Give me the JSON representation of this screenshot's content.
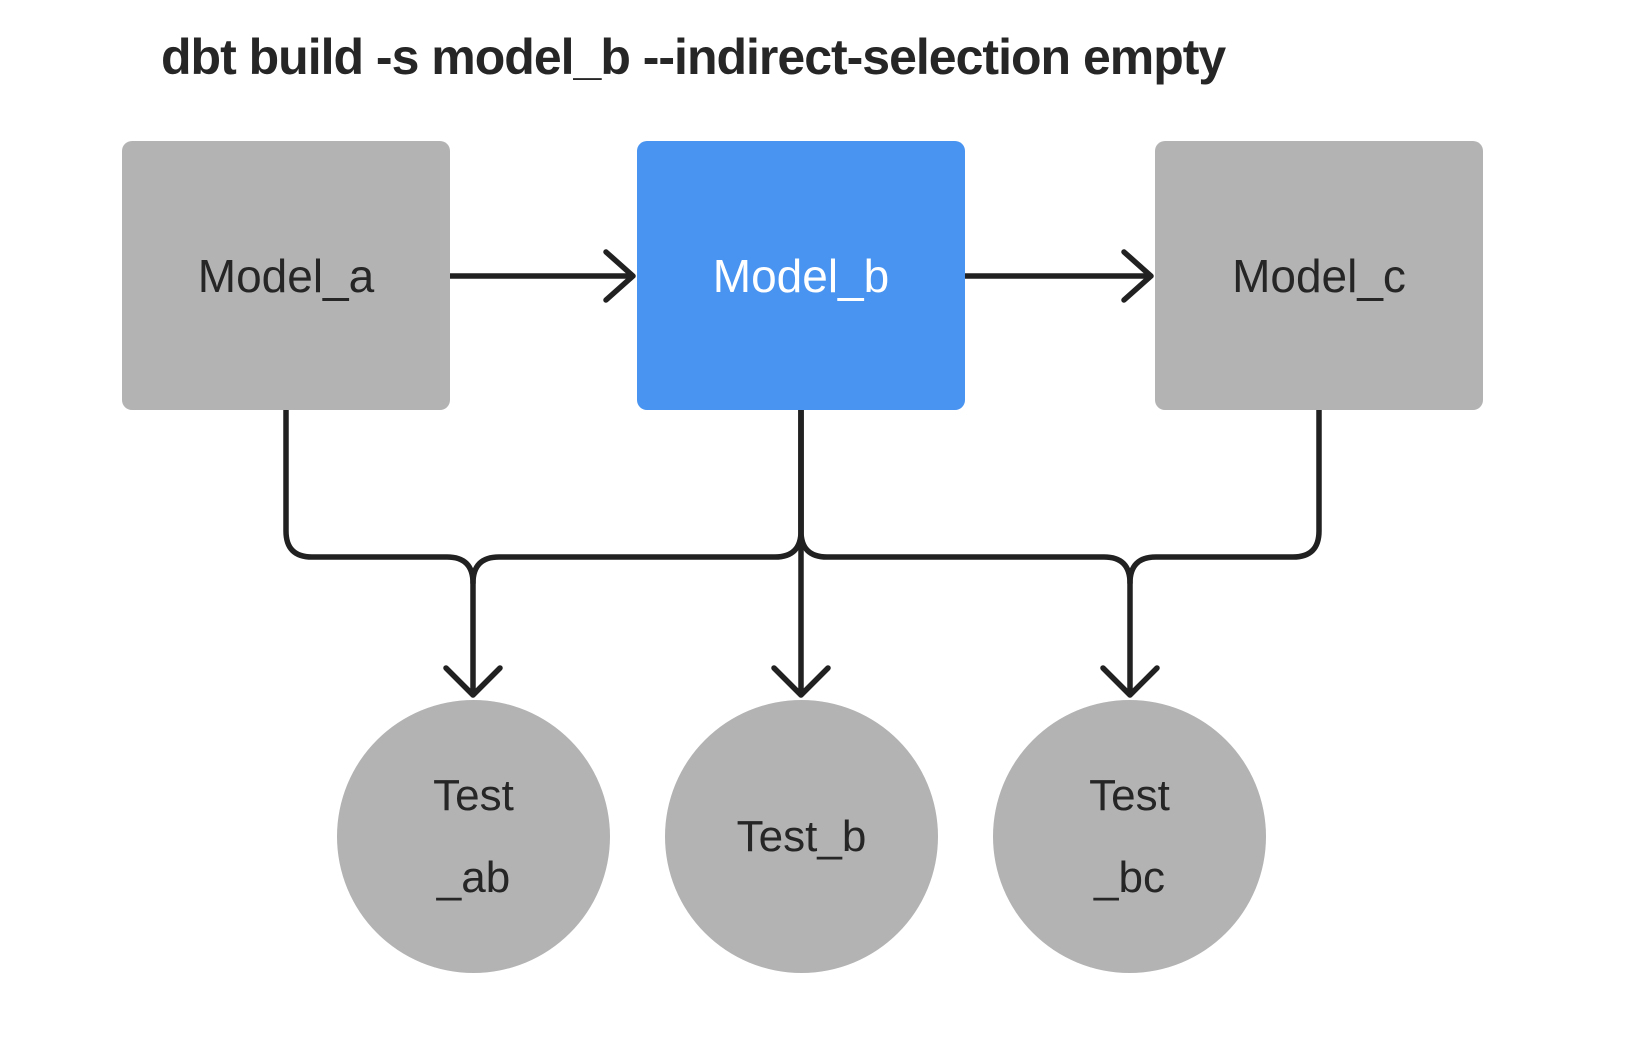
{
  "title": "dbt build -s model_b --indirect-selection empty",
  "colors": {
    "background": "#ffffff",
    "selected": "#4894f0",
    "unselected": "#b3b3b3",
    "line": "#212121",
    "text-dark": "#262626",
    "text-light": "#ffffff"
  },
  "diagram": {
    "models": [
      {
        "id": "model_a",
        "label": "Model_a",
        "selected": false
      },
      {
        "id": "model_b",
        "label": "Model_b",
        "selected": true
      },
      {
        "id": "model_c",
        "label": "Model_c",
        "selected": false
      }
    ],
    "tests": [
      {
        "id": "test_ab",
        "label_line1": "Test",
        "label_line2": "_ab"
      },
      {
        "id": "test_b",
        "label_line1": "Test_b",
        "label_line2": ""
      },
      {
        "id": "test_bc",
        "label_line1": "Test",
        "label_line2": "_bc"
      }
    ],
    "edges": [
      {
        "from": "model_a",
        "to": "model_b"
      },
      {
        "from": "model_b",
        "to": "model_c"
      },
      {
        "from": "model_a",
        "to": "test_ab"
      },
      {
        "from": "model_b",
        "to": "test_ab"
      },
      {
        "from": "model_b",
        "to": "test_b"
      },
      {
        "from": "model_b",
        "to": "test_bc"
      },
      {
        "from": "model_c",
        "to": "test_bc"
      }
    ]
  }
}
